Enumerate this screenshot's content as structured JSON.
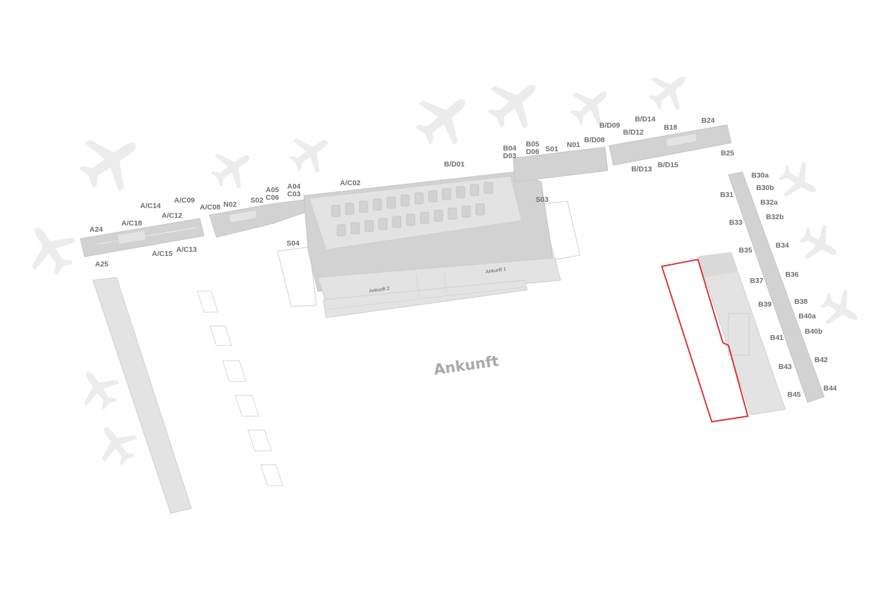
{
  "map": {
    "area_label": "Ankunft",
    "highlight_color": "#d93535",
    "sub_labels": [
      "Ankunft 1",
      "Ankunft 2"
    ],
    "gates": [
      "A24",
      "A25",
      "A/C18",
      "A/C14",
      "A/C15",
      "A/C12",
      "A/C13",
      "A/C09",
      "A/C08",
      "N02",
      "S02",
      "A05",
      "C06",
      "A04",
      "C03",
      "S04",
      "A/C02",
      "B/D01",
      "B04",
      "D03",
      "B05",
      "D06",
      "S01",
      "S03",
      "N01",
      "B/D08",
      "B/D09",
      "B/D12",
      "B/D14",
      "B/D13",
      "B/D15",
      "B18",
      "B24",
      "B25",
      "B30a",
      "B30b",
      "B31",
      "B32a",
      "B32b",
      "B33",
      "B34",
      "B35",
      "B36",
      "B37",
      "B38",
      "B39",
      "B40a",
      "B40b",
      "B41",
      "B42",
      "B43",
      "B44",
      "B45"
    ]
  }
}
